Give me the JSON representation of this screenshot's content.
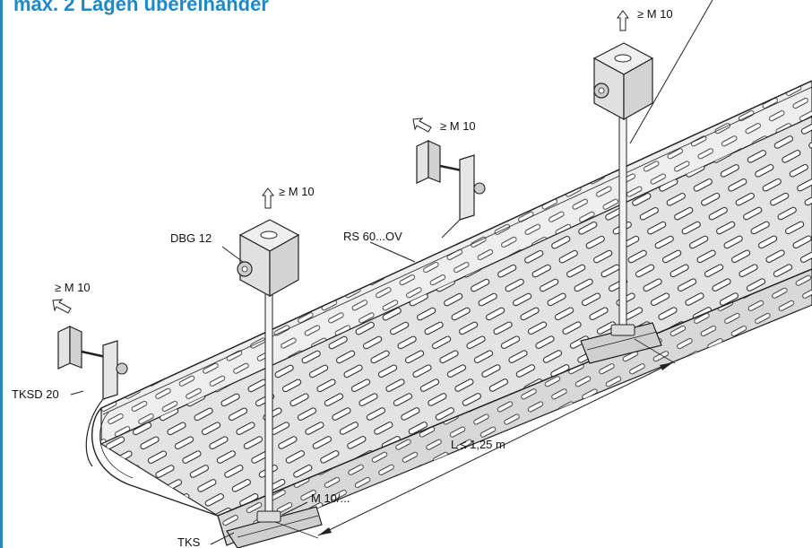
{
  "header": {
    "title": "max. 2 Lagen übereinander"
  },
  "labels": {
    "m10_top_right": "≥ M 10",
    "m10_middle": "≥ M 10",
    "m10_center": "≥ M 10",
    "m10_left": "≥ M 10",
    "dbg": "DBG 12",
    "rs": "RS 60...OV",
    "tksd": "TKSD  20",
    "length": "L ≤ 1,25 m",
    "bolt": "M 10/...",
    "tks": "TKS"
  },
  "colors": {
    "accent": "#1e88c8",
    "line": "#222222",
    "metal": "#e6e6e6"
  }
}
